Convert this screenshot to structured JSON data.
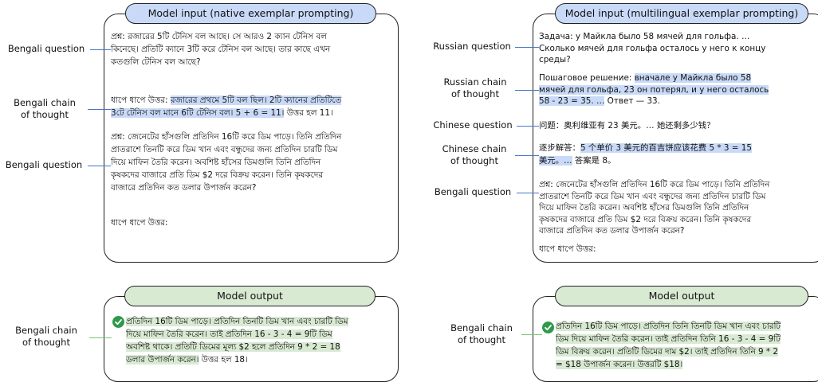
{
  "left": {
    "input_header": "Model input (native exemplar prompting)",
    "output_header": "Model output",
    "p1": [
      {
        "t": "প্রশ্ন: রজারের 5টি টেনিস বল আছে। সে আরও 2 ক্যান টেনিস বল",
        "h": false
      },
      {
        "t": "কিনেছে। প্রতিটি ক্যানে 3টি করে টেনিস বল আছে। তার কাছে এখন",
        "h": false
      },
      {
        "t": "কতগুলি টেনিস বল আছে?",
        "h": false
      }
    ],
    "p2_line1_pre": "ধাপে ধাপে উত্তর: ",
    "p2_line1_hl": "রজারের প্রথমে 5টি বল ছিল। 2টি ক্যানের প্রতিটিতে",
    "p2_line2_hl": "3টে টেনিস বল মানে 6টি টেনিস বল। 5 + 6 = 11।",
    "p2_line2_post": " উত্তর হল 11।",
    "p3": [
      "প্রশ্ন: জেনেটের হাঁসগুলি প্রতিদিন 16টি করে ডিম পাড়ে। তিনি প্রতিদিন",
      "প্রাতরাশে তিনটি করে ডিম খান এবং বন্ধুদের জন্য প্রতিদিন চারটি ডিম",
      "দিয়ে মাফিন তৈরি করেন। অবশিষ্ট হাঁসের ডিমগুলি তিনি প্রতিদিন",
      "কৃষকদের বাজারে প্রতি ডিম $2 দরে বিক্রয় করেন। তিনি কৃষকদের",
      "বাজারে প্রতিদিন কত ডলার উপার্জন করেন?"
    ],
    "p4": "ধাপে ধাপে উত্তর:",
    "output_lines": [
      "প্রতিদিন 16টি ডিম পাড়ে। প্রতিদিন তিনটি ডিম খান এবং চারটি ডিম",
      "দিয়ে মাফিন তৈরি করেন। তাই প্রতিদিন 16 - 3 - 4 = 9টি ডিম",
      "অবশিষ্ট থাকে। প্রতিটি ডিমের মূল্য $2 হলে প্রতিদিন 9 * 2 = 18",
      "ডলার উপার্জন করেন।"
    ],
    "output_tail": " উত্তর হল 18।",
    "labels": {
      "q1": "Bengali question",
      "cot1_a": "Bengali chain",
      "cot1_b": "of thought",
      "q2": "Bengali question",
      "out_a": "Bengali chain",
      "out_b": "of thought"
    }
  },
  "right": {
    "input_header": "Model input (multilingual exemplar prompting)",
    "output_header": "Model output",
    "ru_q": [
      "Задача: у Майкла было 58 мячей для гольфа. …",
      "Сколько мячей для гольфа осталось у него к концу",
      "среды?"
    ],
    "ru_cot_pre": "Пошаговое решение: ",
    "ru_cot_hl1": "вначале у Майкла было 58",
    "ru_cot_hl2": "мячей для гольфа, 23 он потерял, и у него осталось",
    "ru_cot_hl3": "58 - 23 = 35. …",
    "ru_cot_post": " Ответ — 33.",
    "zh_q": "问题：奥利维亚有 23 美元。… 她还剩多少钱？",
    "zh_cot_pre": "逐步解答：",
    "zh_cot_hl1": "5 个单价 3 美元的百吉饼应该花费 5 * 3 = 15",
    "zh_cot_hl2": "美元。…",
    "zh_cot_post": " 答案是 8。",
    "bn_q": [
      "প্রশ্ন: জেনেটের হাঁসগুলি প্রতিদিন 16টি করে ডিম পাড়ে। তিনি প্রতিদিন",
      "প্রাতরাশে তিনটি করে ডিম খান এবং বন্ধুদের জন্য প্রতিদিন চারটি ডিম",
      "দিয়ে মাফিন তৈরি করেন। অবশিষ্ট হাঁসের ডিমগুলি তিনি প্রতিদিন",
      "কৃষকদের বাজারে প্রতি ডিম $2 দরে বিক্রয় করেন। তিনি কৃষকদের",
      "বাজারে প্রতিদিন কত ডলার উপার্জন করেন?"
    ],
    "bn_answer": "ধাপে ধাপে উত্তর:",
    "output_lines": [
      "প্রতিদিন 16টি ডিম পাড়ে। প্রতিদিন তিনি তিনটি ডিম খান এবং চারটি",
      "ডিম দিয়ে মাফিন তৈরি করেন। তাই প্রতিদিন তিনি 16 - 3 - 4 = 9টি",
      "ডিম বিক্রয় করেন। প্রতিটি ডিমের দাম $2। তাই প্রতিদিন তিনি 9 * 2",
      "= $18 উপার্জন করেন। উত্তরটি $18।"
    ],
    "labels": {
      "ru_q": "Russian question",
      "ru_cot_a": "Russian chain",
      "ru_cot_b": "of thought",
      "zh_q": "Chinese question",
      "zh_cot_a": "Chinese chain",
      "zh_cot_b": "of thought",
      "bn_q": "Bengali question",
      "out_a": "Bengali chain",
      "out_b": "of thought"
    }
  },
  "colors": {
    "blue_header": "#c9daf8",
    "green_header": "#d9ead3",
    "blue_connector": "#4a76c9",
    "green_connector": "#7cc47a",
    "check": "#2e9a4a"
  },
  "icons": [
    "check-circle-icon"
  ]
}
